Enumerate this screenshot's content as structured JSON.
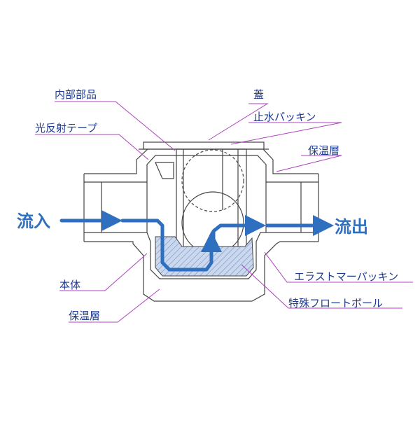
{
  "labels": {
    "internal_parts": "内部部品",
    "reflective_tape": "光反射テープ",
    "lid": "蓋",
    "water_seal": "止水パッキン",
    "insulation_top": "保温層",
    "inflow": "流入",
    "outflow": "流出",
    "body": "本体",
    "elastomer_seal": "エラストマーパッキン",
    "float_ball": "特殊フロートボール",
    "insulation_bottom": "保温層"
  },
  "colors": {
    "leader": "#b040c0",
    "flow": "#2f6fbf",
    "label_text": "#1f3b8f",
    "outline": "#444444",
    "water": "#c9d8ef"
  }
}
